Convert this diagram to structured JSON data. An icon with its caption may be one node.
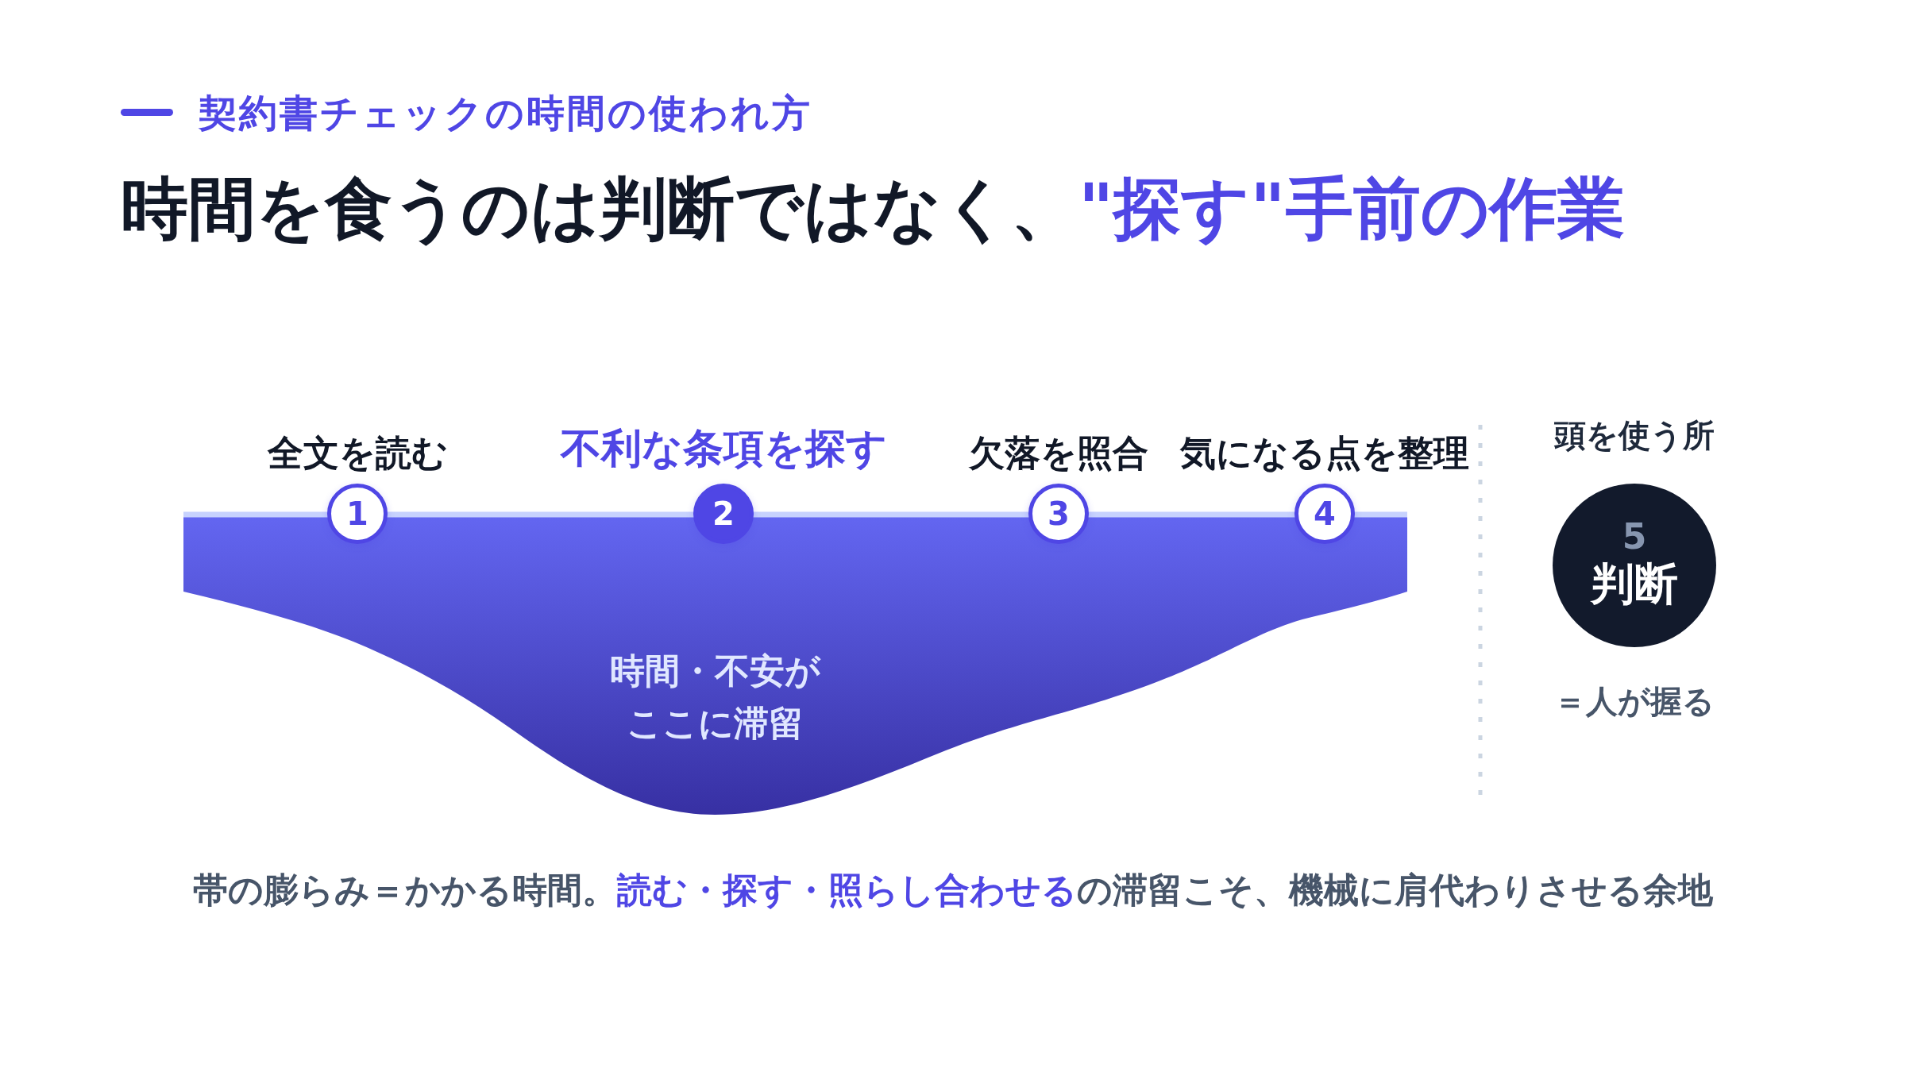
{
  "diagram": {
    "title": "時間を食うのは判断ではなく、**\"探す\"手前の作業**",
    "caption": "帯の膨らみ＝かかる時間。**読む・探す・照らし合わせる**の滞留こそ、機械に肩代わりさせる余地",
    "nodes": [
      {
        "text": [
          "1"
        ],
        "beside": [
          "全文を読む"
        ]
      },
      {
        "text": [
          "2"
        ],
        "beside": [
          "不利な条項を探す"
        ]
      },
      {
        "text": [
          "3"
        ],
        "beside": [
          "欠落を照合"
        ]
      },
      {
        "text": [
          "4"
        ],
        "beside": [
          "気になる点を整理"
        ]
      },
      {
        "text": [
          "時間・不安がここに滞留"
        ]
      },
      {
        "text": [
          "5",
          "判断"
        ],
        "beside": [
          "頭を使う所",
          "＝人が握る"
        ]
      }
    ],
    "labels": [
      "契約書チェックの時間の使われ方"
    ]
  }
}
